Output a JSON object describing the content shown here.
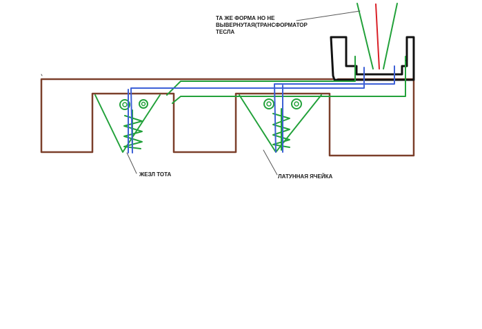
{
  "diagram": {
    "labels": {
      "top_note": "ТА ЖЕ ФОРМА НО НЕ ВЫВЕРНУТАЯ(ТРАНСФОРМАТОР ТЕСЛА",
      "rod": "ЖЕЗЛ ТОТА",
      "cell": "ЛАТУННАЯ ЯЧЕЙКА"
    },
    "colors": {
      "housing": "#7b3f2a",
      "coil": "#22a13a",
      "wire": "#3c5fd6",
      "tesla_frame": "#111111",
      "spark": "#d91f26",
      "leader": "#555555"
    }
  }
}
